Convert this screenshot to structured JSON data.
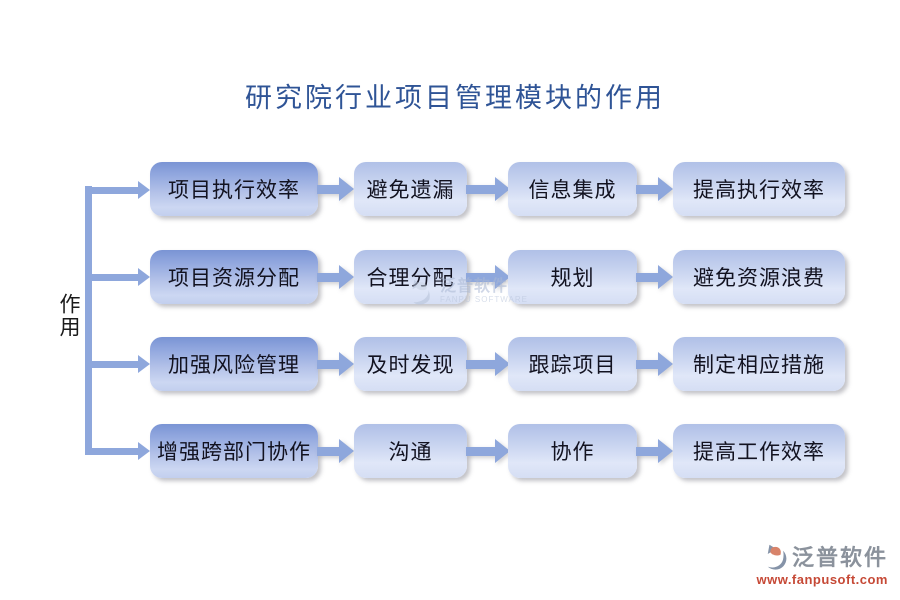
{
  "title": "研究院行业项目管理模块的作用",
  "side_label": "作用",
  "rows": [
    {
      "steps": [
        "项目执行效率",
        "避免遗漏",
        "信息集成",
        "提高执行效率"
      ]
    },
    {
      "steps": [
        "项目资源分配",
        "合理分配",
        "规划",
        "避免资源浪费"
      ]
    },
    {
      "steps": [
        "加强风险管理",
        "及时发现",
        "跟踪项目",
        "制定相应措施"
      ]
    },
    {
      "steps": [
        "增强跨部门协作",
        "沟通",
        "协作",
        "提高工作效率"
      ]
    }
  ],
  "watermark": {
    "brand": "泛普软件",
    "subtext": "FANPU SOFTWARE"
  },
  "footer": {
    "brand": "泛普软件",
    "url": "www.fanpusoft.com"
  },
  "colors": {
    "title_text": "#2f5496",
    "arrow_blue": "#8ea7dc",
    "box_dark_top": "#7a94d4",
    "box_light_top": "#b0c0e7",
    "brand_gray": "#8b929c",
    "brand_red": "#c64936"
  }
}
